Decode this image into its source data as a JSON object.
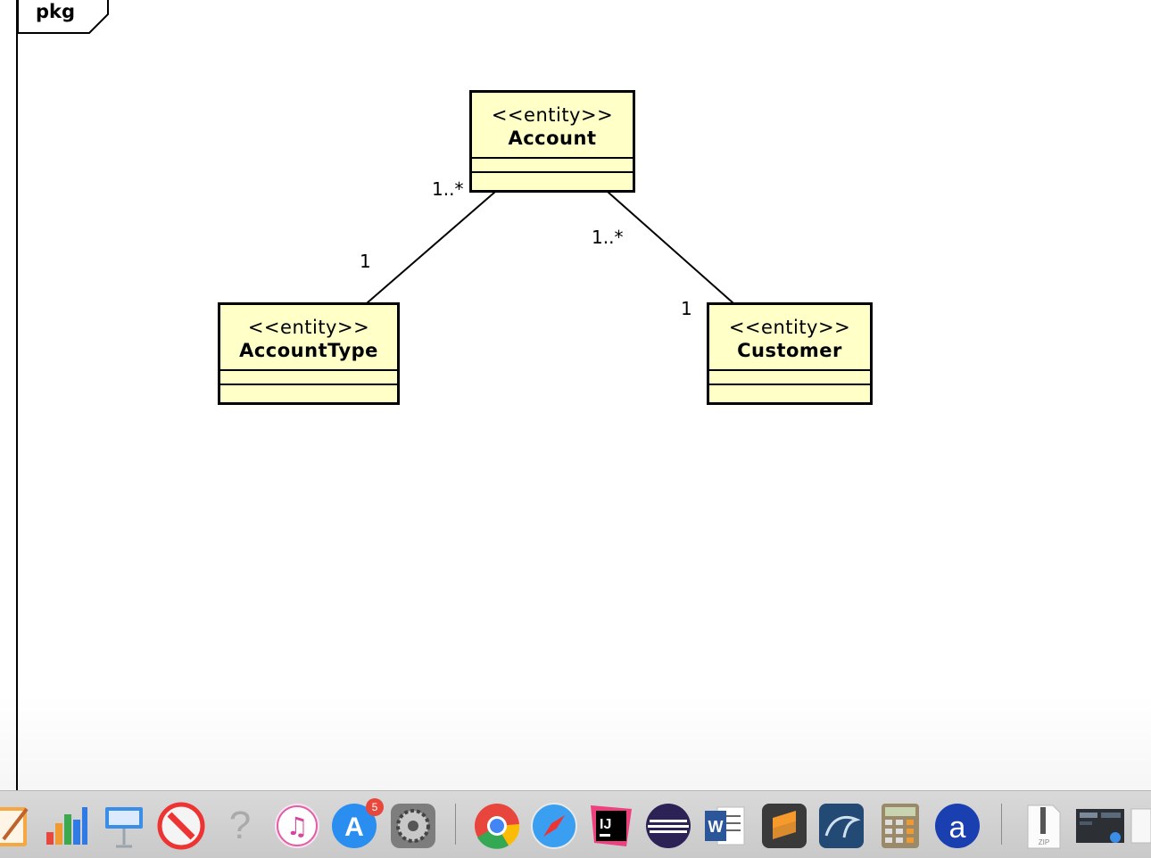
{
  "diagram": {
    "package_label": "pkg",
    "entities": [
      {
        "id": "account",
        "stereotype": "<<entity>>",
        "name": "Account"
      },
      {
        "id": "accounttype",
        "stereotype": "<<entity>>",
        "name": "AccountType"
      },
      {
        "id": "customer",
        "stereotype": "<<entity>>",
        "name": "Customer"
      }
    ],
    "associations": [
      {
        "from": "Account",
        "to": "AccountType",
        "from_multiplicity": "1..*",
        "to_multiplicity": "1"
      },
      {
        "from": "Account",
        "to": "Customer",
        "from_multiplicity": "1..*",
        "to_multiplicity": "1"
      }
    ],
    "colors": {
      "entity_fill": "#ffffc8",
      "line": "#000000"
    }
  },
  "dock": {
    "items": [
      {
        "icon": "pages-icon"
      },
      {
        "icon": "numbers-icon"
      },
      {
        "icon": "keynote-icon"
      },
      {
        "icon": "news-icon"
      },
      {
        "icon": "help-question-icon"
      },
      {
        "icon": "itunes-icon"
      },
      {
        "icon": "app-store-icon",
        "badge": "5"
      },
      {
        "icon": "system-preferences-icon"
      },
      {
        "icon": "chrome-icon"
      },
      {
        "icon": "safari-icon"
      },
      {
        "icon": "intellij-icon",
        "text": "IJ"
      },
      {
        "icon": "eclipse-icon"
      },
      {
        "icon": "word-icon",
        "text": "W"
      },
      {
        "icon": "sublime-text-icon"
      },
      {
        "icon": "mysql-workbench-icon"
      },
      {
        "icon": "calculator-icon"
      },
      {
        "icon": "astah-icon",
        "text": "a"
      },
      {
        "icon": "archive-zip-icon",
        "text": "ZIP"
      },
      {
        "icon": "finder-window-icon"
      }
    ]
  }
}
